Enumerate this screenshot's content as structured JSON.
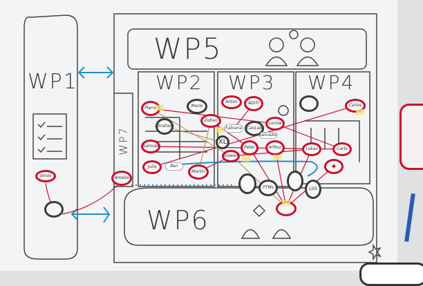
{
  "work_packages": {
    "wp1": "WP1",
    "wp2": "WP2",
    "wp3": "WP3",
    "wp4": "WP4",
    "wp5": "WP5",
    "wp6": "WP6",
    "wp7": "WP7"
  },
  "nodes": [
    "Jonas",
    "Amelia",
    "Pierre",
    "Abraham",
    "Samuel",
    "Julia",
    "Ben",
    "Martin",
    "Marie",
    "Zoltan",
    "Anton",
    "ADITI",
    "Fabiana",
    "CanLab",
    "XL",
    "Gowen",
    "Peter",
    "Salvador",
    "Louise",
    "Arthur",
    "Carlos",
    "Lukas",
    "Carlo",
    "PTMs",
    "LDS"
  ],
  "colors": {
    "red": "#c8102e",
    "dark": "#3a3a3a",
    "blue": "#1e8fc8"
  }
}
